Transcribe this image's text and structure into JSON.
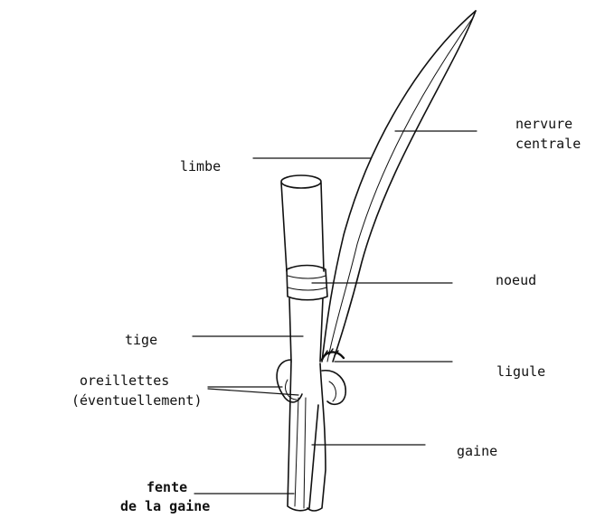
{
  "labels": {
    "nervure_1": "nervure",
    "nervure_2": "centrale",
    "limbe": "limbe",
    "noeud": "noeud",
    "tige": "tige",
    "ligule": "ligule",
    "oreillettes_1": "oreillettes",
    "oreillettes_2": "(éventuellement)",
    "gaine": "gaine",
    "fente_1": "fente",
    "fente_2": "de la gaine"
  },
  "colors": {
    "ink": "#111111",
    "background": "#ffffff"
  }
}
